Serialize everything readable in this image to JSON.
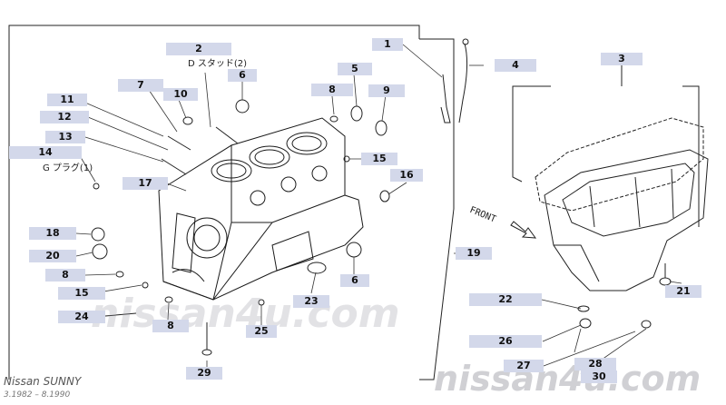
{
  "diagram": {
    "model": "Nissan SUNNY",
    "years": "3.1982 – 8.1990",
    "watermark": "nissan4u.com",
    "front_label": "FRONT",
    "annotations": {
      "stud_2": "D スタッド(2)",
      "plug_14": "G プラグ(1)"
    },
    "callouts": [
      "1",
      "2",
      "3",
      "4",
      "5",
      "6",
      "6",
      "7",
      "8",
      "8",
      "8",
      "9",
      "10",
      "11",
      "12",
      "13",
      "14",
      "15",
      "15",
      "16",
      "17",
      "18",
      "19",
      "20",
      "21",
      "22",
      "23",
      "24",
      "25",
      "26",
      "27",
      "28",
      "29",
      "30"
    ]
  }
}
